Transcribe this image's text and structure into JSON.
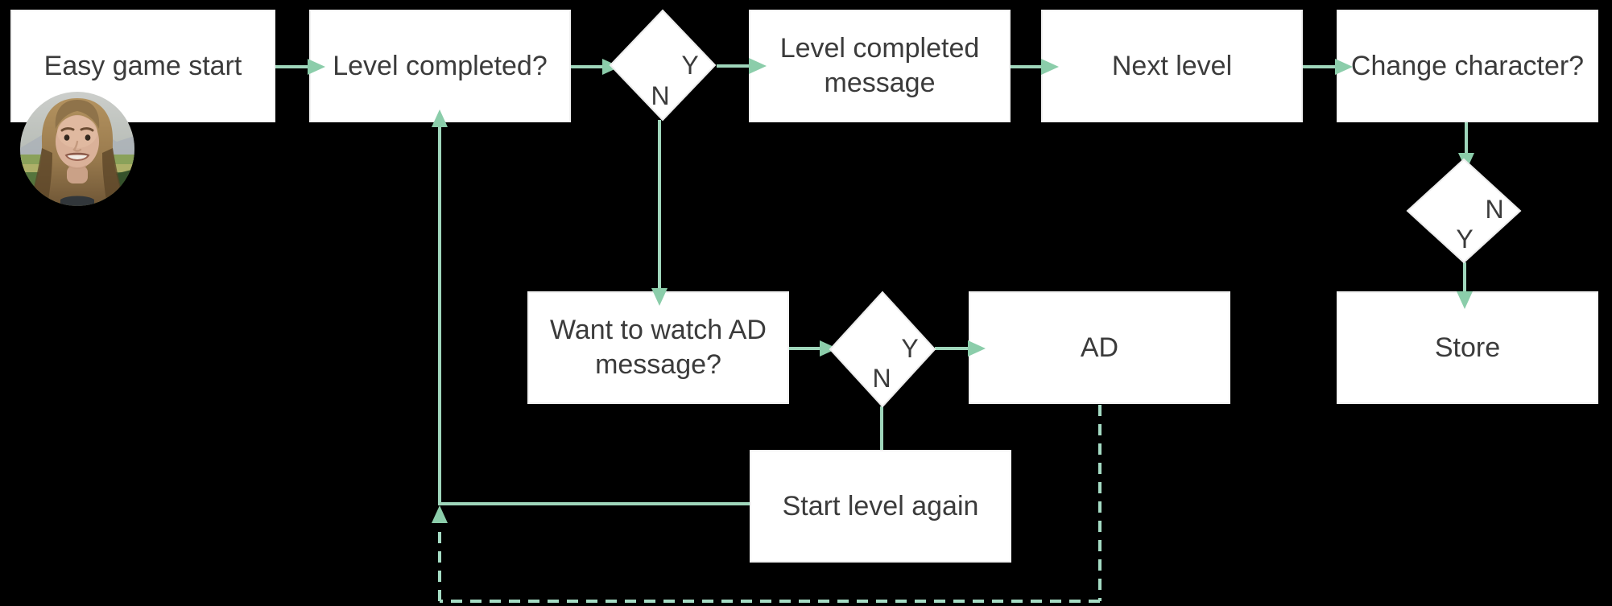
{
  "flowchart": {
    "background_color": "#000000",
    "node_bg_color": "#ffffff",
    "node_text_color": "#3b3b3b",
    "arrow_line_color": "#9fd6bb",
    "arrow_head_color": "#8bcdaa",
    "dashed_line_color": "#a5dcc4",
    "nodes": {
      "easy_game_start": {
        "label": "Easy game start"
      },
      "level_completed": {
        "label": "Level completed?"
      },
      "level_completed_message": {
        "label": "Level completed message"
      },
      "next_level": {
        "label": "Next level"
      },
      "change_character": {
        "label": "Change character?"
      },
      "store": {
        "label": "Store"
      },
      "want_to_watch_ad_message": {
        "label": "Want to watch AD message?"
      },
      "ad": {
        "label": "AD"
      },
      "start_level_again": {
        "label": "Start level again"
      }
    },
    "decisions": {
      "level_completed_decision": {
        "yes_label": "Y",
        "no_label": "N"
      },
      "change_character_decision": {
        "yes_label": "Y",
        "no_label": "N"
      },
      "watch_ad_decision": {
        "yes_label": "Y",
        "no_label": "N"
      }
    },
    "icons": {
      "avatar": "profile-photo-icon"
    }
  }
}
